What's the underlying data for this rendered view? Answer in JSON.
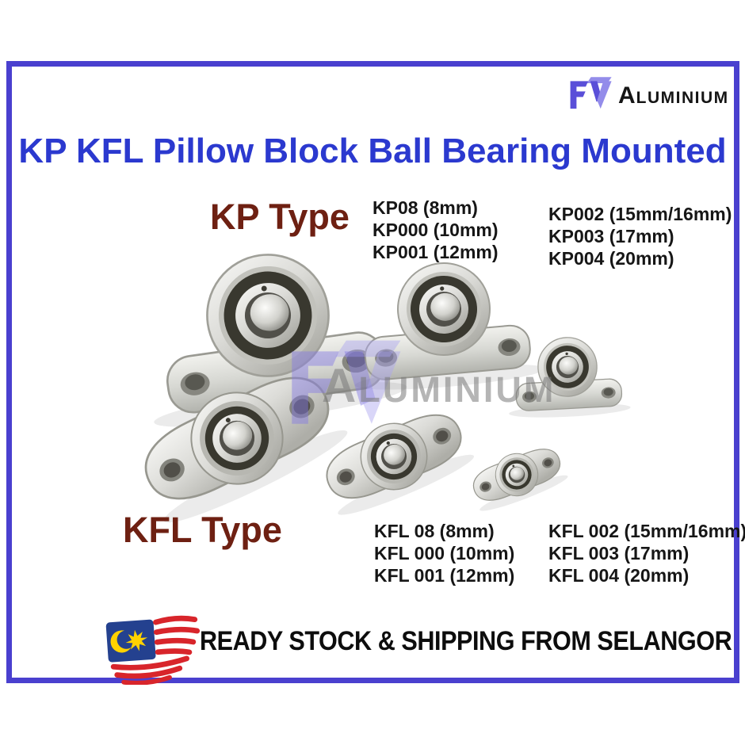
{
  "logo": {
    "initials": "FV",
    "name_initial": "A",
    "name_rest": "LUMINIUM"
  },
  "title": "KP KFL Pillow Block Ball Bearing Mounted",
  "kp_section": {
    "heading": "KP Type",
    "specs_col1": [
      "KP08 (8mm)",
      "KP000 (10mm)",
      "KP001 (12mm)"
    ],
    "specs_col2": [
      "KP002 (15mm/16mm)",
      "KP003 (17mm)",
      "KP004 (20mm)"
    ]
  },
  "kfl_section": {
    "heading": "KFL Type",
    "specs_col1": [
      "KFL 08 (8mm)",
      "KFL 000 (10mm)",
      "KFL 001 (12mm)"
    ],
    "specs_col2": [
      "KFL 002 (15mm/16mm)",
      "KFL 003 (17mm)",
      "KFL 004 (20mm)"
    ]
  },
  "watermark": {
    "initials": "FV",
    "name_initial": "A",
    "name_rest": "LUMINIUM"
  },
  "banner": {
    "text": "READY STOCK & SHIPPING FROM SELANGOR"
  },
  "icons": {
    "logo": "fv-logo-icon",
    "watermark": "fv-watermark-icon",
    "flag": "malaysia-flag-icon"
  },
  "colors": {
    "frame_border": "#4a40cf",
    "title_blue": "#2b39cf",
    "heading_maroon": "#6e2012",
    "logo_purple": "#5a4fd8",
    "logo_purple_light": "#938cea",
    "flag_blue": "#24418f",
    "flag_red": "#d8252b",
    "flag_yellow": "#ffd200",
    "text_black": "#161616"
  }
}
